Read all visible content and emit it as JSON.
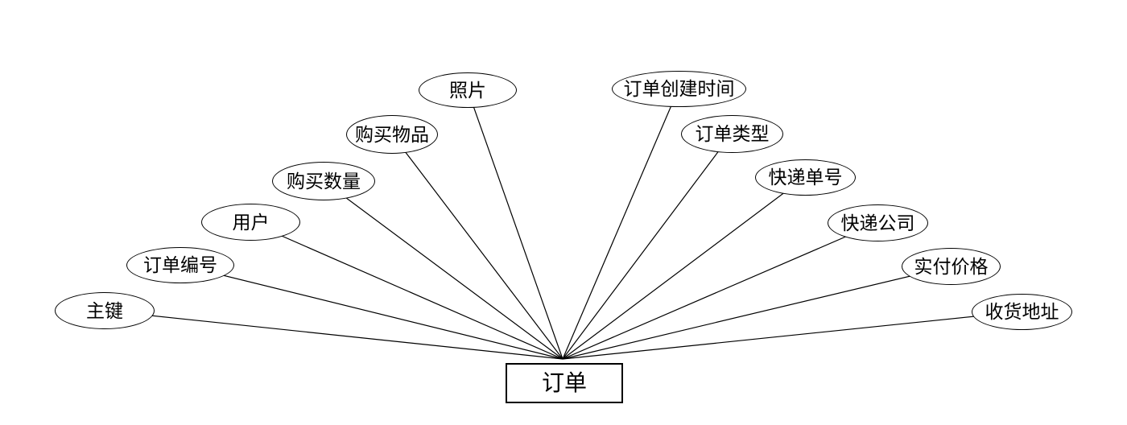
{
  "diagram": {
    "title": "order-entity-attribute-diagram",
    "entity": {
      "label": "订单"
    },
    "attributes": [
      {
        "id": "primary-key",
        "label": "主键"
      },
      {
        "id": "order-number",
        "label": "订单编号"
      },
      {
        "id": "user",
        "label": "用户"
      },
      {
        "id": "purchase-quantity",
        "label": "购买数量"
      },
      {
        "id": "purchase-item",
        "label": "购买物品"
      },
      {
        "id": "photo",
        "label": "照片"
      },
      {
        "id": "order-create-time",
        "label": "订单创建时间"
      },
      {
        "id": "order-type",
        "label": "订单类型"
      },
      {
        "id": "tracking-number",
        "label": "快递单号"
      },
      {
        "id": "express-company",
        "label": "快递公司"
      },
      {
        "id": "paid-price",
        "label": "实付价格"
      },
      {
        "id": "shipping-address",
        "label": "收货地址"
      }
    ],
    "colors": {
      "stroke": "#000000",
      "fill": "#ffffff",
      "text": "#000000"
    }
  }
}
